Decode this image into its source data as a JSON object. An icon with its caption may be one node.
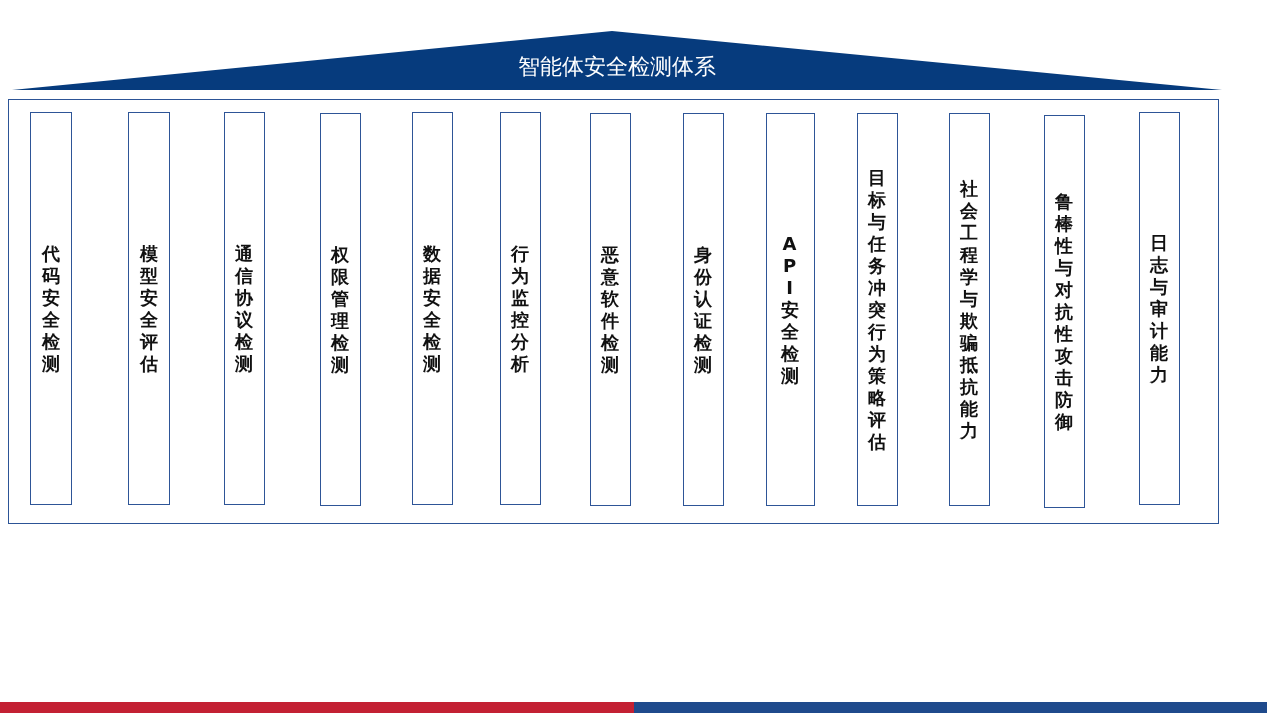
{
  "diagram": {
    "nodes": [
      {
        "text": [
          "智能体安全检测体系"
        ]
      },
      {
        "text": [],
        "shape": "box"
      },
      {
        "text": [
          "代码安全检测"
        ],
        "in": 1
      },
      {
        "text": [
          "模型安全评估"
        ],
        "in": 1
      },
      {
        "text": [
          "通信协议检测"
        ],
        "in": 1
      },
      {
        "text": [
          "权限管理检测"
        ],
        "in": 1
      },
      {
        "text": [
          "数据安全检测"
        ],
        "in": 1
      },
      {
        "text": [
          "行为监控分析"
        ],
        "in": 1
      },
      {
        "text": [
          "恶意软件检测"
        ],
        "in": 1
      },
      {
        "text": [
          "身份认证检测"
        ],
        "in": 1
      },
      {
        "text": [
          "API安全检测"
        ],
        "in": 1
      },
      {
        "text": [
          "目标与任务冲突行为策略评估"
        ],
        "in": 1
      },
      {
        "text": [
          "社会工程学与欺骗抵抗能力"
        ],
        "in": 1
      },
      {
        "text": [
          "鲁棒性与对抗性攻击防御"
        ],
        "in": 1
      },
      {
        "text": [
          "日志与审计能力"
        ],
        "in": 1
      }
    ]
  }
}
